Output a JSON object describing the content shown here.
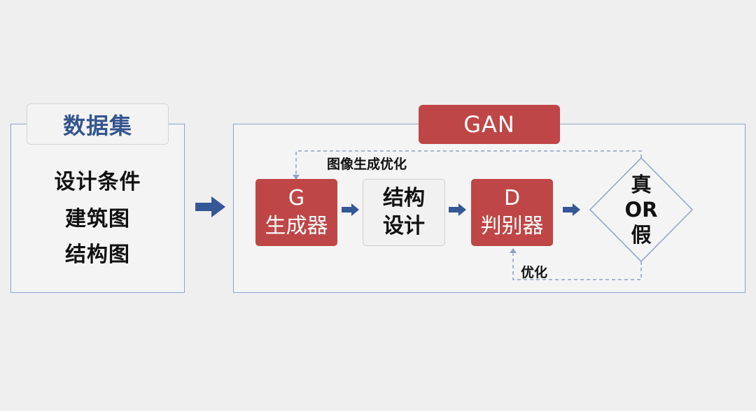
{
  "dataset": {
    "title": "数据集",
    "items": [
      "设计条件",
      "建筑图",
      "结构图"
    ]
  },
  "gan": {
    "title": "GAN",
    "generator": {
      "letter": "G",
      "label": "生成器"
    },
    "structure": {
      "line1": "结构",
      "line2": "设计"
    },
    "discriminator": {
      "letter": "D",
      "label": "判别器"
    },
    "decision": {
      "top": "真",
      "middle": "OR",
      "bottom": "假"
    },
    "feedback_top": "图像生成优化",
    "feedback_bottom": "优化"
  },
  "colors": {
    "red": "#bf4646",
    "navy": "#34558f",
    "frame_blue": "#8ea4c6",
    "arrow_blue": "#345796",
    "dash_blue": "#8fa0c4"
  }
}
